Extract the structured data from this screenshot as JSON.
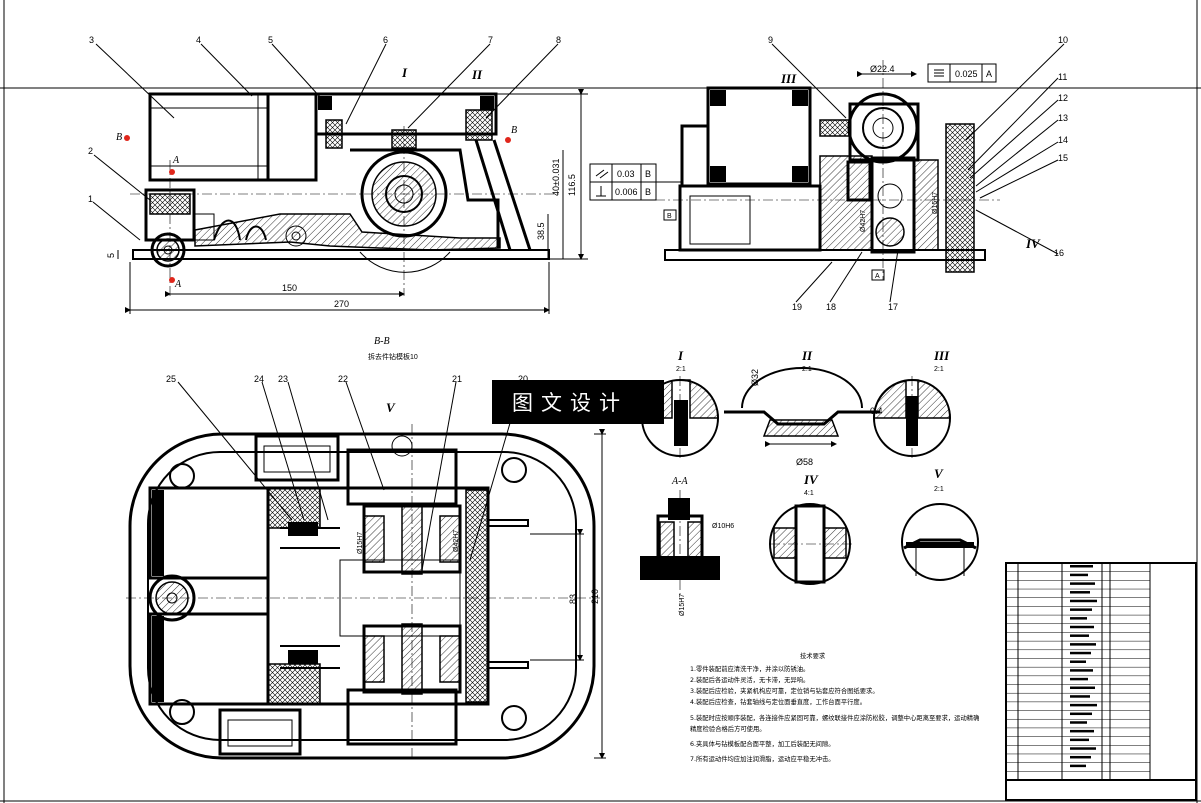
{
  "watermark": "图文设计",
  "balloons": [
    "1",
    "2",
    "3",
    "4",
    "5",
    "6",
    "7",
    "8",
    "9",
    "10",
    "11",
    "12",
    "13",
    "14",
    "15",
    "16",
    "17",
    "18",
    "19",
    "20",
    "21",
    "22",
    "23",
    "24",
    "25"
  ],
  "dims": {
    "len_150": "150",
    "len_270": "270",
    "height_1165": "116.5",
    "height_40": "40±0.031",
    "height_385": "38.5",
    "left_5": "5",
    "dia_224": "Ø22.4",
    "dia_58": "Ø58",
    "dia_32": "Ø32",
    "gap_04": "0.4",
    "width_83": "83",
    "width_210": "210",
    "fit_42h7": "Ø42H7",
    "fit_15h7": "Ø15H7",
    "fit_10h6": "Ø10H6"
  },
  "tolerances": {
    "parallel_value": "0.03",
    "parallel_datum": "B",
    "perp_value": "0.006",
    "perp_datum": "B",
    "flat_value": "0.025",
    "flat_datum": "A",
    "datum_a": "A",
    "datum_b": "B"
  },
  "views": {
    "section_bb": "B-B",
    "section_bb_note": "拆去件钻模板10",
    "section_aa": "A-A",
    "detail_1": "I",
    "detail_1_scale": "2:1",
    "detail_2": "II",
    "detail_2_scale": "2:1",
    "detail_3": "III",
    "detail_3_scale": "2:1",
    "detail_4": "IV",
    "detail_4_scale": "4:1",
    "detail_5": "V",
    "detail_5_scale": "2:1"
  },
  "notes": {
    "title": "技术要求",
    "lines": [
      "1.零件装配前应清洗干净，并涂以防锈油。",
      "2.装配后各运动件灵活，无卡滞，无异响。",
      "3.装配后应检验，夹紧机构应可靠，定位销与钻套应符合图纸要求。",
      "4.装配后应检查，钻套轴线与定位面垂直度，工作台面平行度。",
      "5.装配时应按顺序装配，各连接件应紧固可靠，螺纹联接件应涂防松胶，调整中心距离至要求，运动精确",
      "精度检验合格后方可使用。",
      "6.夹具体与钻模板配合面平整，加工后装配无间隙。",
      "7.所有运动件均应加注润滑脂，运动应平稳无冲击。"
    ]
  },
  "colors": {
    "line": "#000000",
    "paper": "#ffffff",
    "marker": "#e0261b",
    "watermark_bg": "#000000"
  }
}
